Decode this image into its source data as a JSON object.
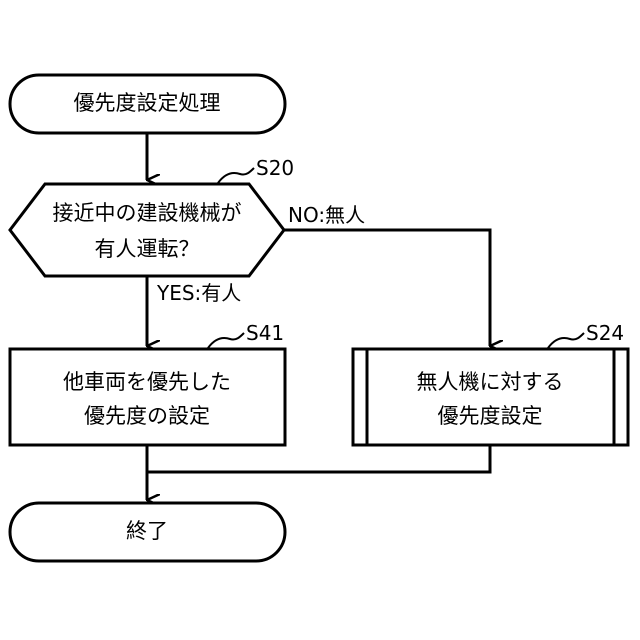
{
  "flowchart": {
    "start": {
      "label": "優先度設定処理"
    },
    "decision": {
      "step_id": "S20",
      "line1": "接近中の建設機械が",
      "line2": "有人運転？",
      "yes_label": "YES:有人",
      "no_label": "NO:無人"
    },
    "manned_process": {
      "step_id": "S41",
      "line1": "他車両を優先した",
      "line2": "優先度の設定"
    },
    "unmanned_process": {
      "step_id": "S24",
      "line1": "無人機に対する",
      "line2": "優先度設定"
    },
    "end": {
      "label": "終了"
    }
  }
}
